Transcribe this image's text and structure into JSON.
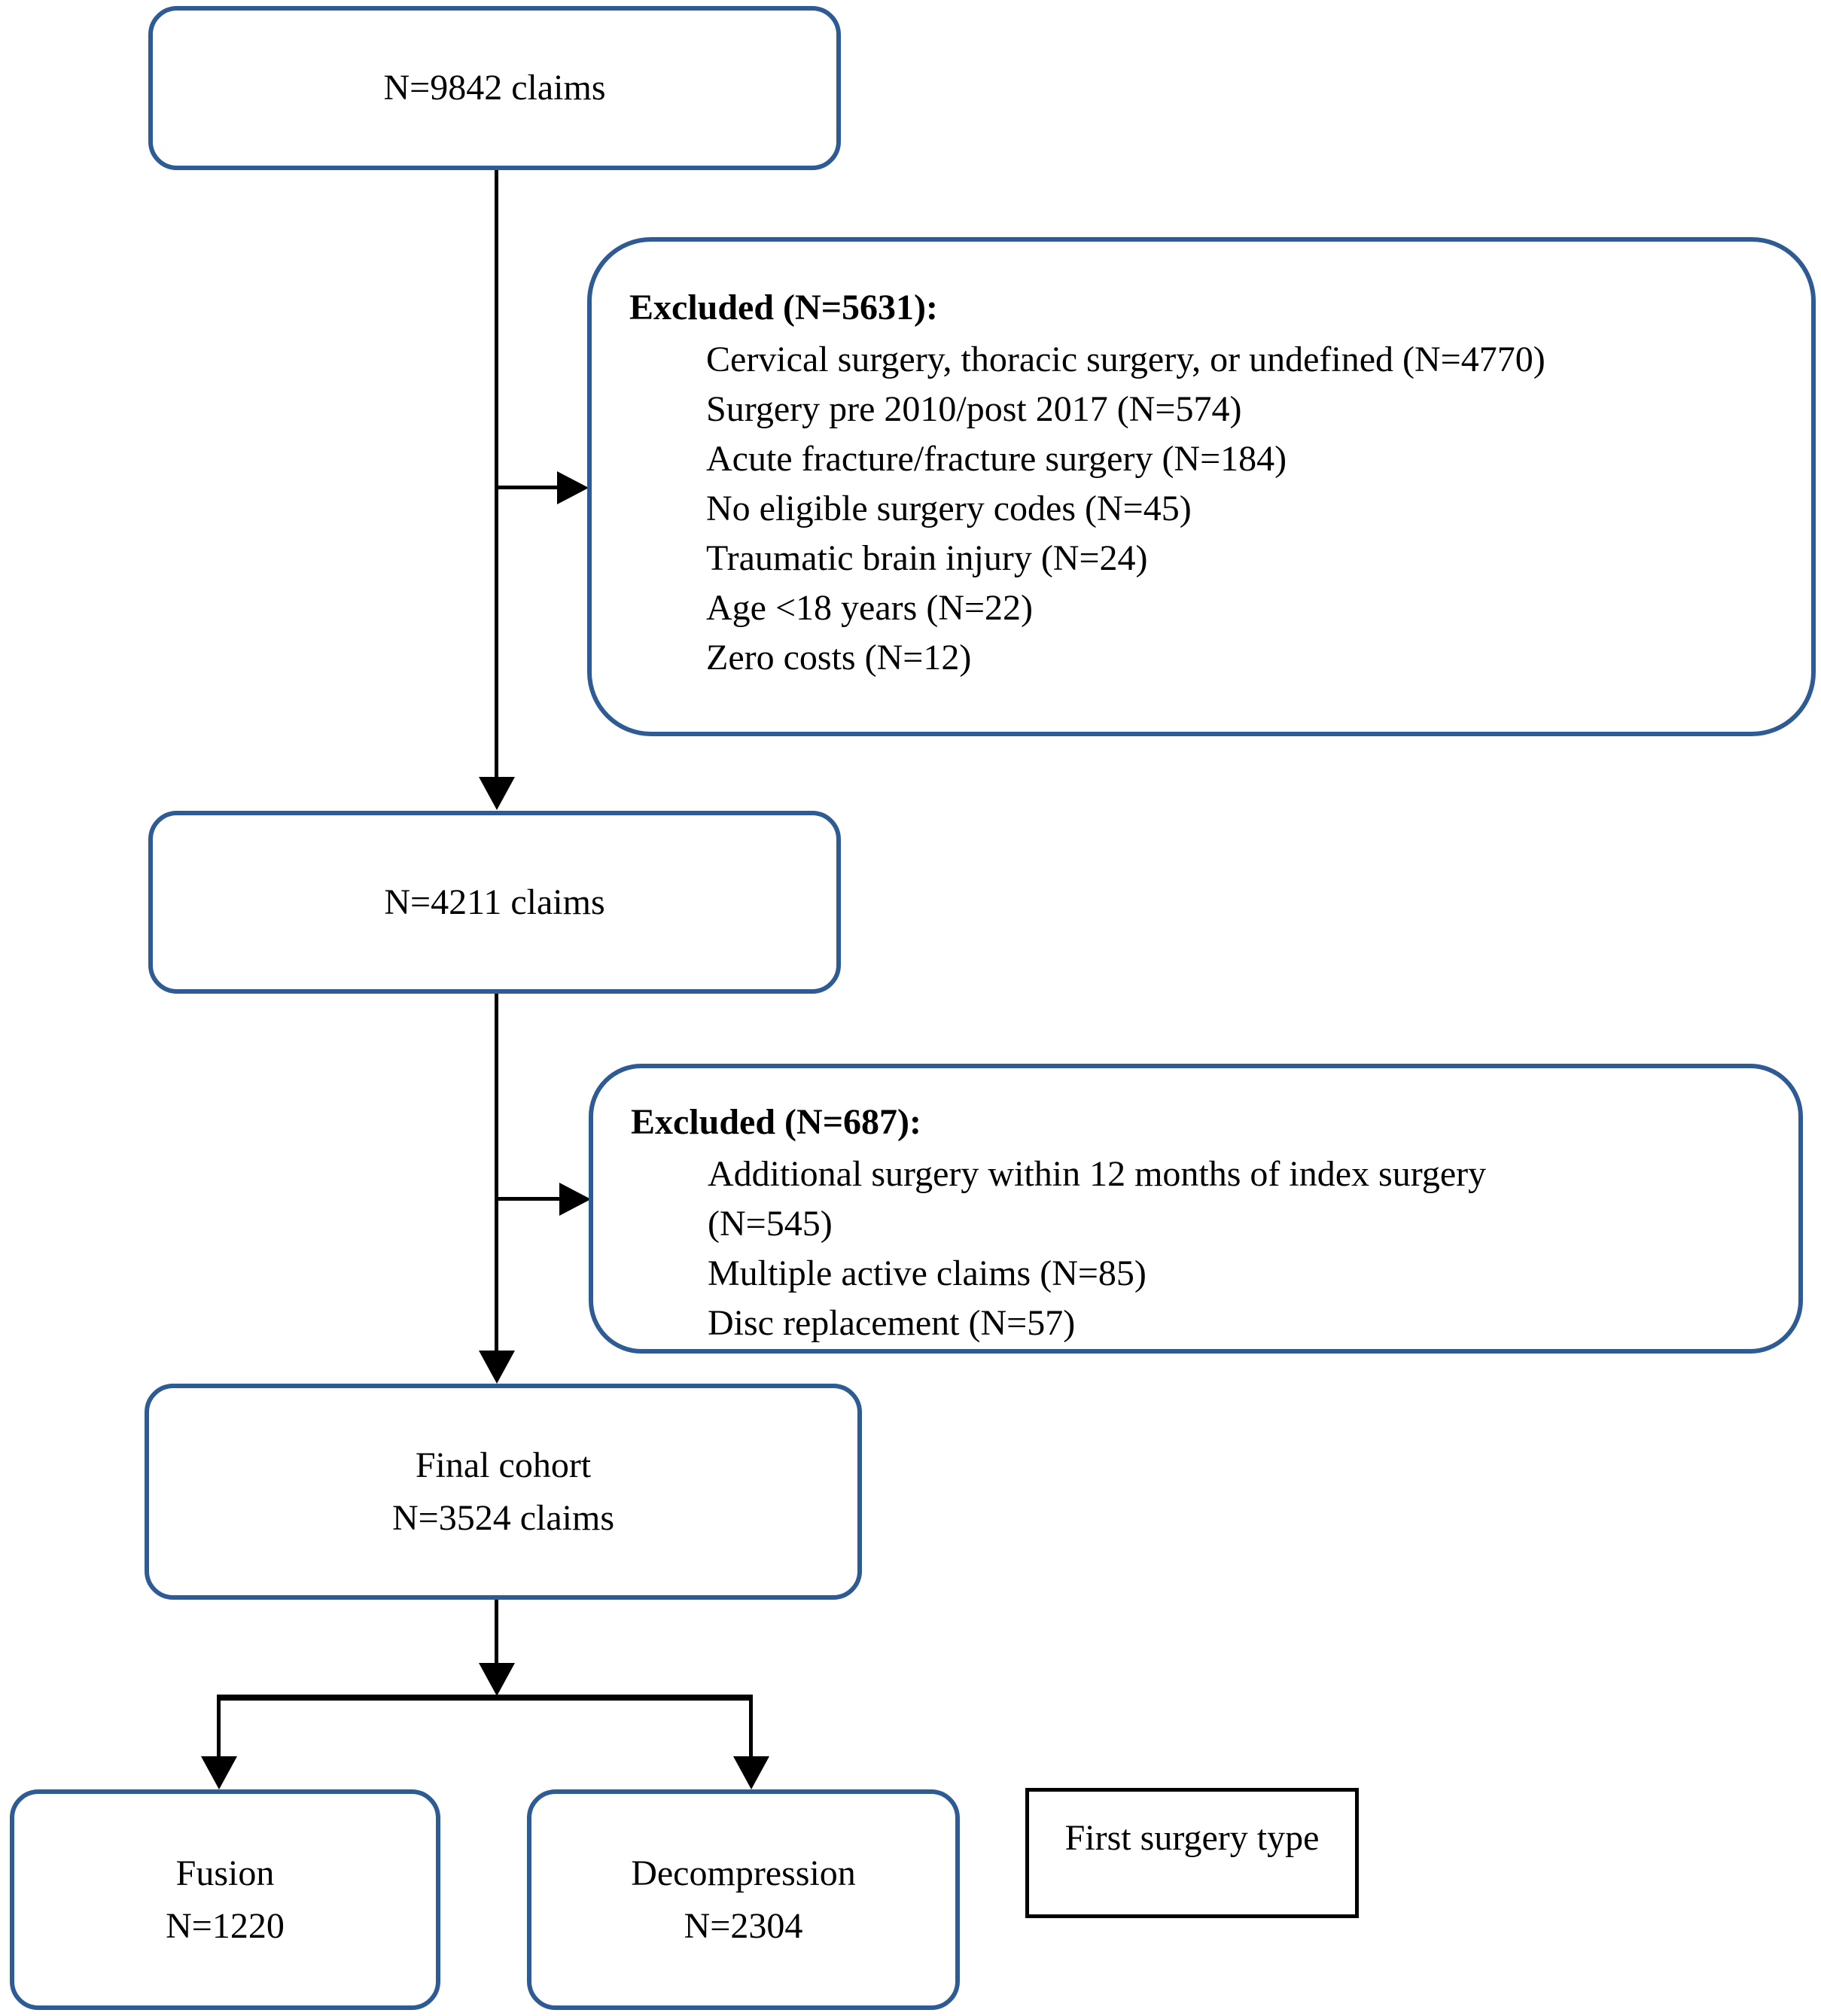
{
  "diagram": {
    "box_total": {
      "text": "N=9842 claims"
    },
    "excluded1": {
      "title": "Excluded (N=5631):",
      "lines": [
        "Cervical surgery, thoracic surgery, or undefined (N=4770)",
        "Surgery pre 2010/post 2017 (N=574)",
        "Acute fracture/fracture surgery (N=184)",
        "No eligible surgery codes (N=45)",
        "Traumatic brain injury (N=24)",
        "Age <18 years (N=22)",
        "Zero costs (N=12)"
      ]
    },
    "box_after_first_exclusion": {
      "text": "N=4211 claims"
    },
    "excluded2": {
      "title": "Excluded (N=687):",
      "lines": [
        "Additional surgery within 12 months of index surgery",
        "(N=545)",
        "Multiple active claims (N=85)",
        "Disc replacement (N=57)"
      ]
    },
    "final_cohort": {
      "line1": "Final cohort",
      "line2": "N=3524 claims"
    },
    "fusion": {
      "line1": "Fusion",
      "line2": "N=1220"
    },
    "decompression": {
      "line1": "Decompression",
      "line2": "N=2304"
    },
    "branch_label": {
      "text": "First surgery type"
    },
    "colors": {
      "box_border": "#2F5B95",
      "line": "#000000",
      "text": "#000000"
    }
  }
}
